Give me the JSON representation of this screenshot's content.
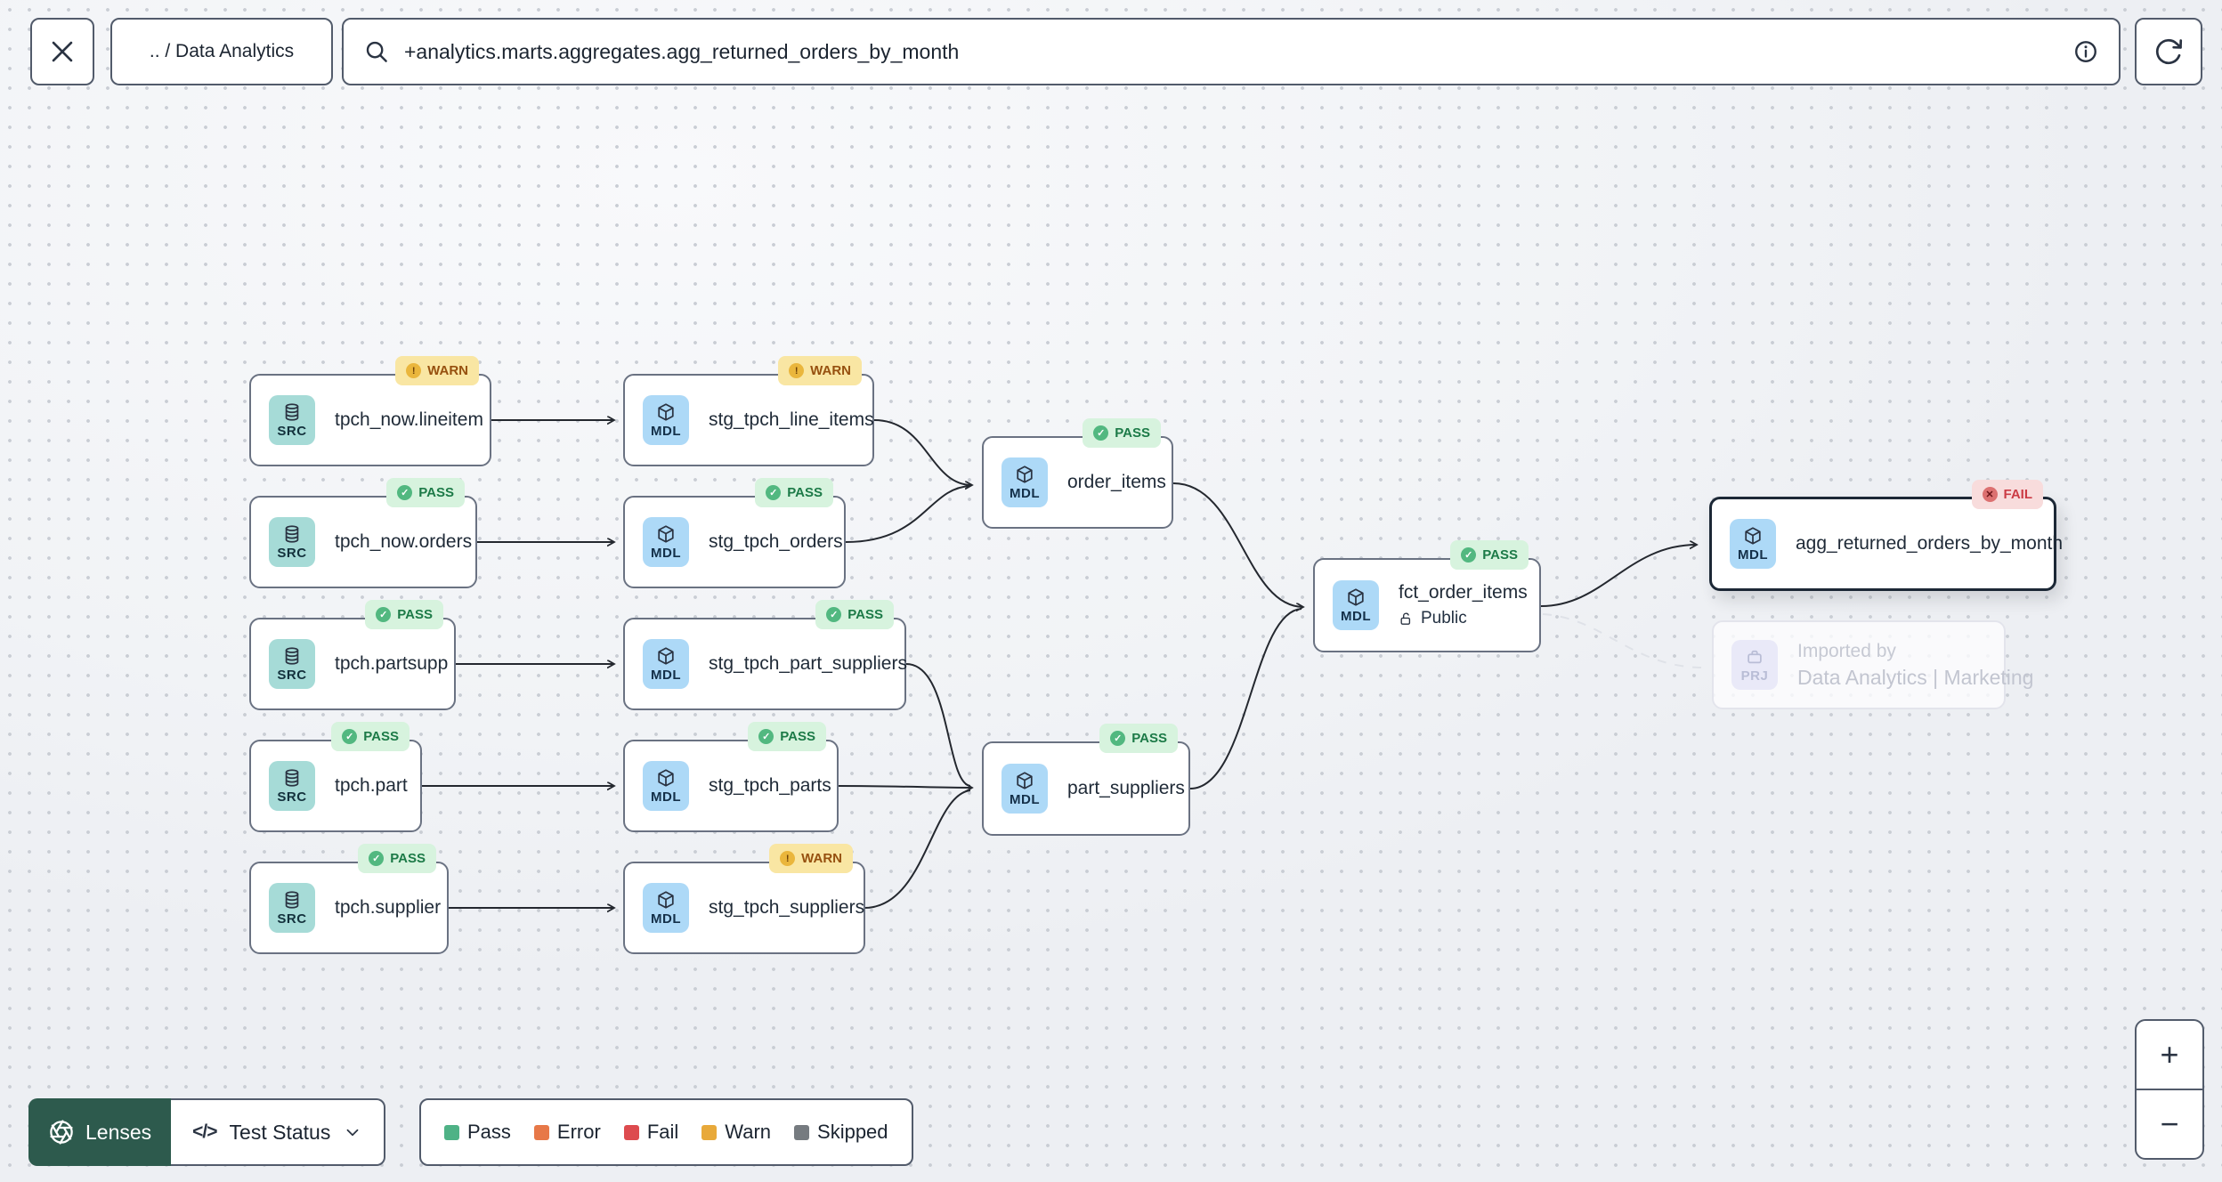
{
  "topbar": {
    "breadcrumb": ".. / Data Analytics",
    "search_query": "+analytics.marts.aggregates.agg_returned_orders_by_month"
  },
  "nodes": {
    "src_lineitem": {
      "type": "SRC",
      "label": "tpch_now.lineitem",
      "status": "WARN"
    },
    "src_orders": {
      "type": "SRC",
      "label": "tpch_now.orders",
      "status": "PASS"
    },
    "src_partsupp": {
      "type": "SRC",
      "label": "tpch.partsupp",
      "status": "PASS"
    },
    "src_part": {
      "type": "SRC",
      "label": "tpch.part",
      "status": "PASS"
    },
    "src_supplier": {
      "type": "SRC",
      "label": "tpch.supplier",
      "status": "PASS"
    },
    "stg_line_items": {
      "type": "MDL",
      "label": "stg_tpch_line_items",
      "status": "WARN"
    },
    "stg_orders": {
      "type": "MDL",
      "label": "stg_tpch_orders",
      "status": "PASS"
    },
    "stg_part_suppliers": {
      "type": "MDL",
      "label": "stg_tpch_part_suppliers",
      "status": "PASS"
    },
    "stg_parts": {
      "type": "MDL",
      "label": "stg_tpch_parts",
      "status": "PASS"
    },
    "stg_suppliers": {
      "type": "MDL",
      "label": "stg_tpch_suppliers",
      "status": "WARN"
    },
    "order_items": {
      "type": "MDL",
      "label": "order_items",
      "status": "PASS"
    },
    "part_suppliers": {
      "type": "MDL",
      "label": "part_suppliers",
      "status": "PASS"
    },
    "fct_order_items": {
      "type": "MDL",
      "label": "fct_order_items",
      "status": "PASS",
      "access": "Public"
    },
    "agg_returned_orders": {
      "type": "MDL",
      "label": "agg_returned_orders_by_month",
      "status": "FAIL"
    },
    "imported_project": {
      "type": "PRJ",
      "title": "Imported by",
      "label": "Data Analytics | Marketing"
    }
  },
  "footer": {
    "lenses_label": "Lenses",
    "lens_selected": "Test Status",
    "code_glyph": "</>",
    "legend": [
      {
        "label": "Pass",
        "color": "#4FB286"
      },
      {
        "label": "Error",
        "color": "#E77848"
      },
      {
        "label": "Fail",
        "color": "#DD4B4F"
      },
      {
        "label": "Warn",
        "color": "#E8A93A"
      },
      {
        "label": "Skipped",
        "color": "#767B80"
      }
    ]
  },
  "zoom_controls": {
    "zoom_in": "+",
    "zoom_out": "−"
  },
  "colors": {
    "src_chip": "#A6DBD7",
    "mdl_chip": "#ADD9F7",
    "prj_chip": "#E9E9F8",
    "pass_bg": "#D7F3DE",
    "warn_bg": "#F9E6A3",
    "fail_bg": "#F8DCDC",
    "lenses_bg": "#2D5A4D",
    "selected_border": "#1C2836"
  }
}
